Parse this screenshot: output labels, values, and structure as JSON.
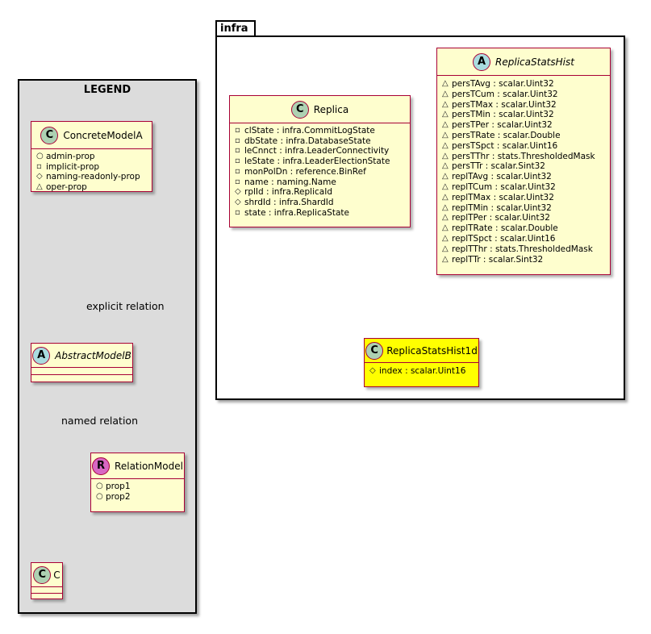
{
  "legend": {
    "title": "LEGEND",
    "concrete": {
      "badge": "C",
      "name": "ConcreteModelA",
      "attrs": [
        {
          "vis": "○",
          "text": "admin-prop"
        },
        {
          "vis": "▫",
          "text": "implicit-prop"
        },
        {
          "vis": "◇",
          "text": "naming-readonly-prop"
        },
        {
          "vis": "△",
          "text": "oper-prop"
        }
      ]
    },
    "abstract": {
      "badge": "A",
      "name": "AbstractModelB"
    },
    "relation_model": {
      "badge": "R",
      "name": "RelationModel",
      "attrs": [
        {
          "vis": "○",
          "text": "prop1"
        },
        {
          "vis": "○",
          "text": "prop2"
        }
      ]
    },
    "c": {
      "badge": "C",
      "name": "C"
    },
    "explicit_relation_label": "explicit relation",
    "named_relation_label": "named relation"
  },
  "package": {
    "name": "infra",
    "replica": {
      "badge": "C",
      "name": "Replica",
      "attrs": [
        {
          "vis": "▫",
          "text": "clState : infra.CommitLogState"
        },
        {
          "vis": "▫",
          "text": "dbState : infra.DatabaseState"
        },
        {
          "vis": "▫",
          "text": "leCnnct : infra.LeaderConnectivity"
        },
        {
          "vis": "▫",
          "text": "leState : infra.LeaderElectionState"
        },
        {
          "vis": "▫",
          "text": "monPolDn : reference.BinRef"
        },
        {
          "vis": "▫",
          "text": "name : naming.Name"
        },
        {
          "vis": "◇",
          "text": "rplId : infra.ReplicaId"
        },
        {
          "vis": "◇",
          "text": "shrdId : infra.ShardId"
        },
        {
          "vis": "▫",
          "text": "state : infra.ReplicaState"
        }
      ]
    },
    "stats_hist": {
      "badge": "A",
      "name": "ReplicaStatsHist",
      "attrs": [
        {
          "vis": "△",
          "text": "persTAvg : scalar.Uint32"
        },
        {
          "vis": "△",
          "text": "persTCum : scalar.Uint32"
        },
        {
          "vis": "△",
          "text": "persTMax : scalar.Uint32"
        },
        {
          "vis": "△",
          "text": "persTMin : scalar.Uint32"
        },
        {
          "vis": "△",
          "text": "persTPer : scalar.Uint32"
        },
        {
          "vis": "△",
          "text": "persTRate : scalar.Double"
        },
        {
          "vis": "△",
          "text": "persTSpct : scalar.Uint16"
        },
        {
          "vis": "△",
          "text": "persTThr : stats.ThresholdedMask"
        },
        {
          "vis": "△",
          "text": "persTTr : scalar.Sint32"
        },
        {
          "vis": "△",
          "text": "replTAvg : scalar.Uint32"
        },
        {
          "vis": "△",
          "text": "replTCum : scalar.Uint32"
        },
        {
          "vis": "△",
          "text": "replTMax : scalar.Uint32"
        },
        {
          "vis": "△",
          "text": "replTMin : scalar.Uint32"
        },
        {
          "vis": "△",
          "text": "replTPer : scalar.Uint32"
        },
        {
          "vis": "△",
          "text": "replTRate : scalar.Double"
        },
        {
          "vis": "△",
          "text": "replTSpct : scalar.Uint16"
        },
        {
          "vis": "△",
          "text": "replTThr : stats.ThresholdedMask"
        },
        {
          "vis": "△",
          "text": "replTTr : scalar.Sint32"
        }
      ]
    },
    "stats_hist_1d": {
      "badge": "C",
      "name": "ReplicaStatsHist1d",
      "attrs": [
        {
          "vis": "◇",
          "text": "index : scalar.Uint16"
        }
      ]
    }
  },
  "colors": {
    "class_bg": "#fefece",
    "class_border": "#a80036",
    "highlight_bg": "#ffff00",
    "legend_bg": "#dcdcdc"
  }
}
